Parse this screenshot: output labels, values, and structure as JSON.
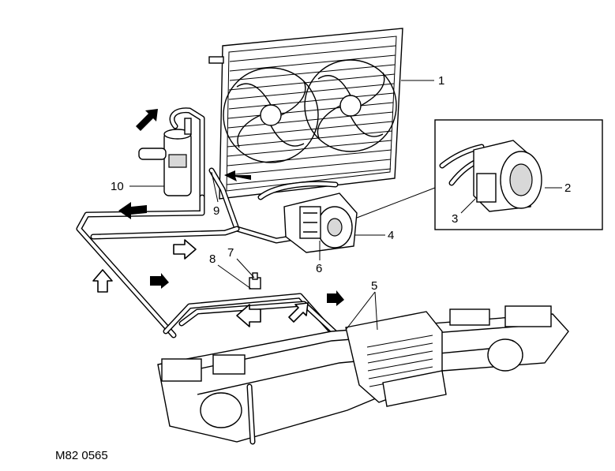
{
  "figure_code": "M82 0565",
  "callouts": [
    {
      "id": "callout-1",
      "text": "1"
    },
    {
      "id": "callout-2",
      "text": "2"
    },
    {
      "id": "callout-3",
      "text": "3"
    },
    {
      "id": "callout-4",
      "text": "4"
    },
    {
      "id": "callout-5",
      "text": "5"
    },
    {
      "id": "callout-6",
      "text": "6"
    },
    {
      "id": "callout-7",
      "text": "7"
    },
    {
      "id": "callout-8",
      "text": "8"
    },
    {
      "id": "callout-9",
      "text": "9"
    },
    {
      "id": "callout-10",
      "text": "10"
    }
  ],
  "colors": {
    "ink": "#000000",
    "paper": "#ffffff"
  }
}
